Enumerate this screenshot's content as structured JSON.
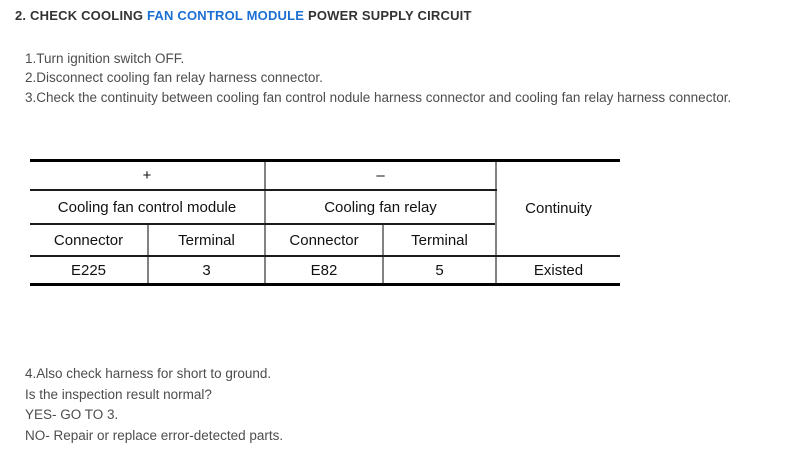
{
  "title": {
    "prefix": "2. CHECK COOLING ",
    "highlight": "FAN CONTROL MODULE",
    "suffix": " POWER SUPPLY CIRCUIT"
  },
  "steps": [
    "1.Turn ignition switch OFF.",
    "2.Disconnect cooling fan relay harness connector.",
    "3.Check the continuity between cooling fan control nodule harness connector and cooling fan relay harness connector."
  ],
  "table": {
    "polarity_plus": "+",
    "polarity_minus": "–",
    "continuity_header": "Continuity",
    "group_headers": [
      "Cooling fan control module",
      "Cooling fan relay"
    ],
    "sub_headers": [
      "Connector",
      "Terminal",
      "Connector",
      "Terminal"
    ],
    "row": {
      "module_connector": "E225",
      "module_terminal": "3",
      "relay_connector": "E82",
      "relay_terminal": "5",
      "continuity": "Existed"
    }
  },
  "footer": {
    "step4": "4.Also check harness for short to ground.",
    "question": "Is the inspection result normal?",
    "yes_result": "YES- GO TO 3.",
    "no_result": "NO- Repair or replace error-detected parts."
  },
  "colors": {
    "highlight_blue": "#1b6fd3",
    "body_text_gray": "#4d4d4d",
    "title_dark": "#333333",
    "table_rule_black": "#000000",
    "table_rule_gray": "#828282"
  }
}
